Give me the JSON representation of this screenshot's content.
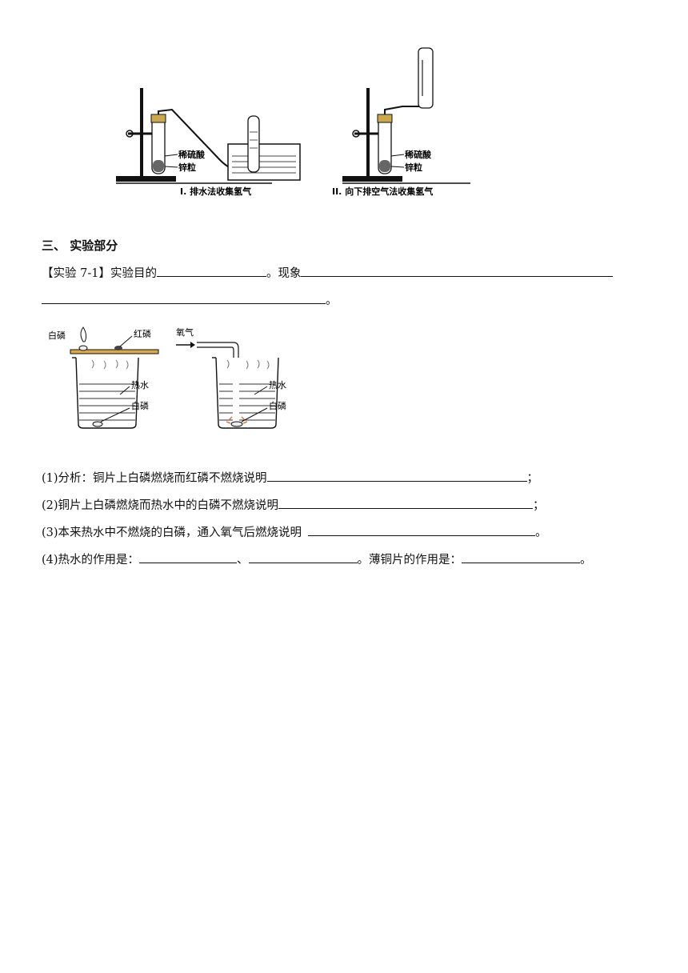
{
  "figures": {
    "apparatus_1": {
      "label_acid": "稀硫酸",
      "label_zinc": "锌粒",
      "caption": "I. 排水法收集氢气"
    },
    "apparatus_2": {
      "label_acid": "稀硫酸",
      "label_zinc": "锌粒",
      "caption": "II. 向下排空气法收集氢气"
    },
    "beaker_1": {
      "label_white_p_top": "白磷",
      "label_red_p": "红磷",
      "label_hot_water": "热水",
      "label_white_p_bottom": "白磷"
    },
    "beaker_2": {
      "label_oxygen": "氧气",
      "label_hot_water": "热水",
      "label_white_p": "白磷"
    }
  },
  "section": {
    "heading": "三、 实验部分"
  },
  "experiment": {
    "intro_prefix": "【实验 7-1】实验目的",
    "intro_mid": "。现象",
    "intro_end": "。"
  },
  "questions": {
    "q1_prefix": "(1)分析：铜片上白磷燃烧而红磷不燃烧说明",
    "q1_end": "；",
    "q2_prefix": "(2)铜片上白磷燃烧而热水中的白磷不燃烧说明",
    "q2_end": "；",
    "q3_prefix": "(3)本来热水中不燃烧的白磷，通入氧气后燃烧说明",
    "q3_end": "。",
    "q4_prefix": "(4)热水的作用是：",
    "q4_sep": "、",
    "q4_mid": "。薄铜片的作用是：",
    "q4_end": "。"
  }
}
